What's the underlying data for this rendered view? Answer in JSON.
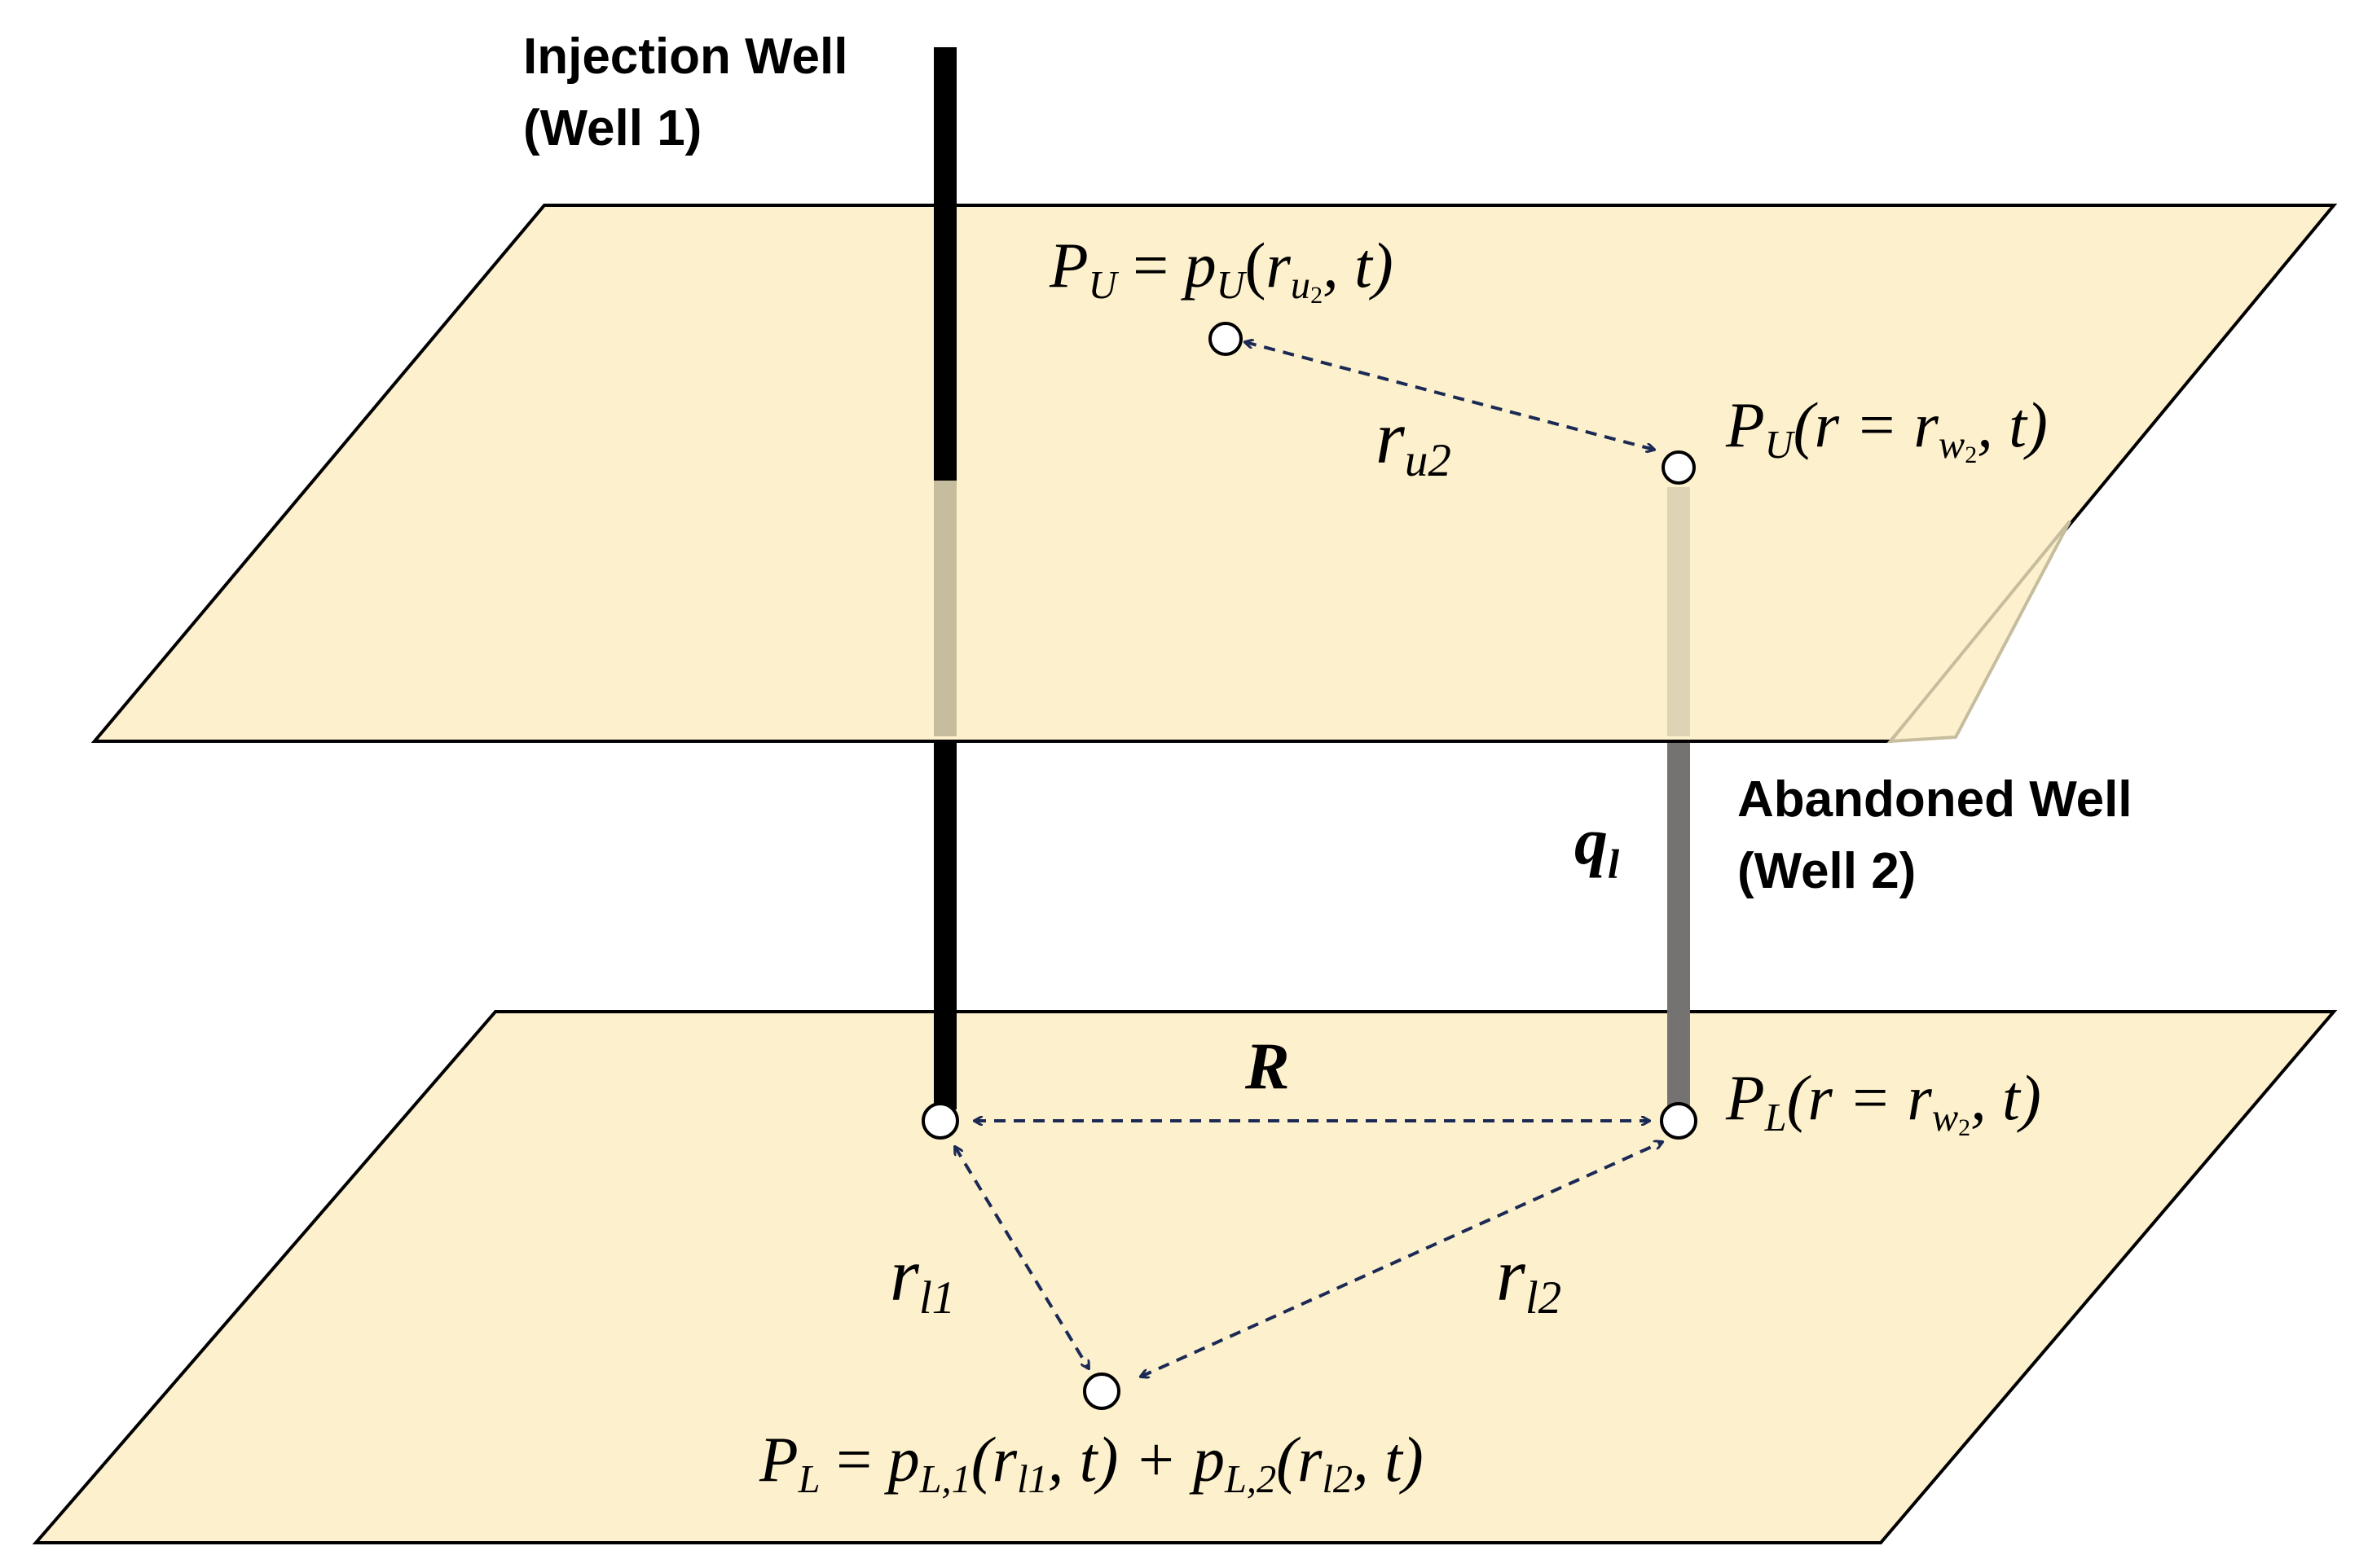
{
  "colors": {
    "layer_fill": "#fdf0cd",
    "layer_stroke": "#000000",
    "well_dark": "#000000",
    "well_faded": "#c6bd9e",
    "well2_faded": "#ded3b5",
    "well2_gray": "#757272",
    "arrow": "#1b2a55"
  },
  "labels": {
    "injection_well_line1": "Injection Well",
    "injection_well_line2": "(Well 1)",
    "abandoned_well_line1": "Abandoned Well",
    "abandoned_well_line2": "(Well 2)",
    "leak_rate": "q",
    "leak_rate_sub": "l",
    "distance_R": "R",
    "ru2": "r",
    "ru2_sub": "u2",
    "rl1": "r",
    "rl1_sub": "l1",
    "rl2": "r",
    "rl2_sub": "l2"
  },
  "equations": {
    "upper_point": {
      "P": "P",
      "P_sub": "U",
      "eq": " = ",
      "p": "p",
      "p_sub": "U",
      "open": "(",
      "r": "r",
      "r_sub": "u",
      "r_subsub": "2",
      "tail": ", t)"
    },
    "upper_well": {
      "P": "P",
      "P_sub": "U",
      "open": "(r = r",
      "r_sub": "w",
      "r_subsub": "2",
      "tail": ", t)"
    },
    "lower_well": {
      "P": "P",
      "P_sub": "L",
      "open": "(r = r",
      "r_sub": "w",
      "r_subsub": "2",
      "tail": ", t)"
    },
    "lower_point": {
      "P": "P",
      "P_sub": "L",
      "eq": " = ",
      "p1": "p",
      "p1_sub": "L,1",
      "open1": "(r",
      "r1_sub": "l1",
      "tail1": ", t) + ",
      "p2": "p",
      "p2_sub": "L,2",
      "open2": "(r",
      "r2_sub": "l2",
      "tail2": ", t)"
    }
  }
}
